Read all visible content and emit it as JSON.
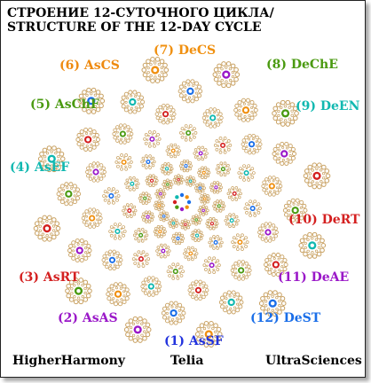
{
  "title": {
    "line1": "СТРОЕНИЕ 12-СУТОЧНОГО ЦИКЛА/",
    "line2": "STRUCTURE OF THE 12-DAY CYCLE"
  },
  "labels": [
    {
      "text": "(1) AsSF",
      "color": "#2233dd"
    },
    {
      "text": "(2) AsAS",
      "color": "#9a18c8"
    },
    {
      "text": "(3) AsRT",
      "color": "#d42020"
    },
    {
      "text": "(4) AsEF",
      "color": "#10b8b0"
    },
    {
      "text": "(5) AsChF",
      "color": "#4a9a10"
    },
    {
      "text": "(6) AsCS",
      "color": "#ee8a10"
    },
    {
      "text": "(7) DeCS",
      "color": "#f09010"
    },
    {
      "text": "(8) DeChE",
      "color": "#4a9a10"
    },
    {
      "text": "(9) DeEN",
      "color": "#10b8b0"
    },
    {
      "text": "(10) DeRT",
      "color": "#d42020"
    },
    {
      "text": "(11) DeAE",
      "color": "#9a18c8"
    },
    {
      "text": "(12) DeST",
      "color": "#1a6ee8"
    }
  ],
  "footer": {
    "left": "HigherHarmony",
    "center": "Telia",
    "right": "UltraSciences"
  },
  "colors": {
    "dot_ring": "#c8a060",
    "inner_fills": [
      "#1a6ee8",
      "#f09010",
      "#9a18c8",
      "#4a9a10",
      "#d42020",
      "#10b8b0"
    ]
  }
}
